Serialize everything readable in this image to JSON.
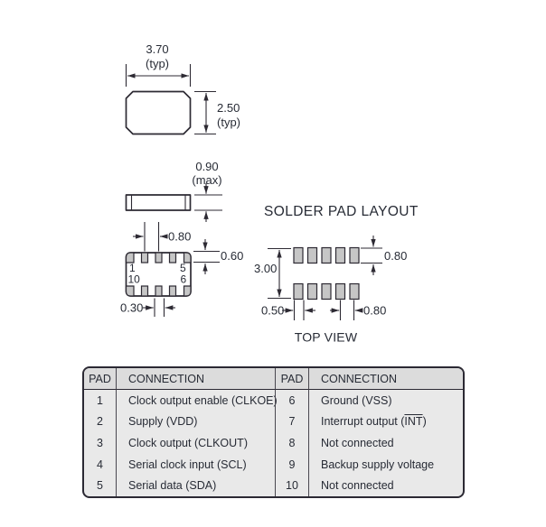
{
  "colors": {
    "line": "#2d2a33",
    "text": "#272b35",
    "pad_fill": "#c6c6c6",
    "table_border": "#2b2933",
    "table_header_bg": "#dcdcdc",
    "table_body_bg": "#e9e9e9"
  },
  "diagrams": {
    "package_top": {
      "width_dim": "3.70",
      "width_qual": "(typ)",
      "height_dim": "2.50",
      "height_qual": "(typ)"
    },
    "package_side": {
      "height_dim": "0.90",
      "height_qual": "(max)"
    },
    "footprint": {
      "pitch_dim": "0.80",
      "pad_depth_dim": "0.60",
      "pad_width_dim": "0.30",
      "pin_top_left": "1",
      "pin_top_right": "5",
      "pin_bottom_left": "10",
      "pin_bottom_right": "6"
    },
    "solder_pad": {
      "title": "SOLDER PAD LAYOUT",
      "row_span_dim": "3.00",
      "pad_height_dim": "0.80",
      "pad_width_dim": "0.50",
      "pitch_dim": "0.80",
      "caption": "TOP VIEW"
    }
  },
  "table": {
    "headers": [
      "PAD",
      "CONNECTION",
      "PAD",
      "CONNECTION"
    ],
    "rows": [
      {
        "pad_left": "1",
        "conn_left": "Clock output enable (CLKOE)",
        "pad_right": "6",
        "conn_right": "Ground (VSS)"
      },
      {
        "pad_left": "2",
        "conn_left": "Supply (VDD)",
        "pad_right": "7",
        "conn_right": {
          "pre": "Interrupt output (",
          "overline": "INT",
          "post": ")"
        }
      },
      {
        "pad_left": "3",
        "conn_left": "Clock output (CLKOUT)",
        "pad_right": "8",
        "conn_right": "Not connected"
      },
      {
        "pad_left": "4",
        "conn_left": "Serial clock input (SCL)",
        "pad_right": "9",
        "conn_right": "Backup supply voltage"
      },
      {
        "pad_left": "5",
        "conn_left": "Serial data (SDA)",
        "pad_right": "10",
        "conn_right": "Not connected"
      }
    ]
  }
}
